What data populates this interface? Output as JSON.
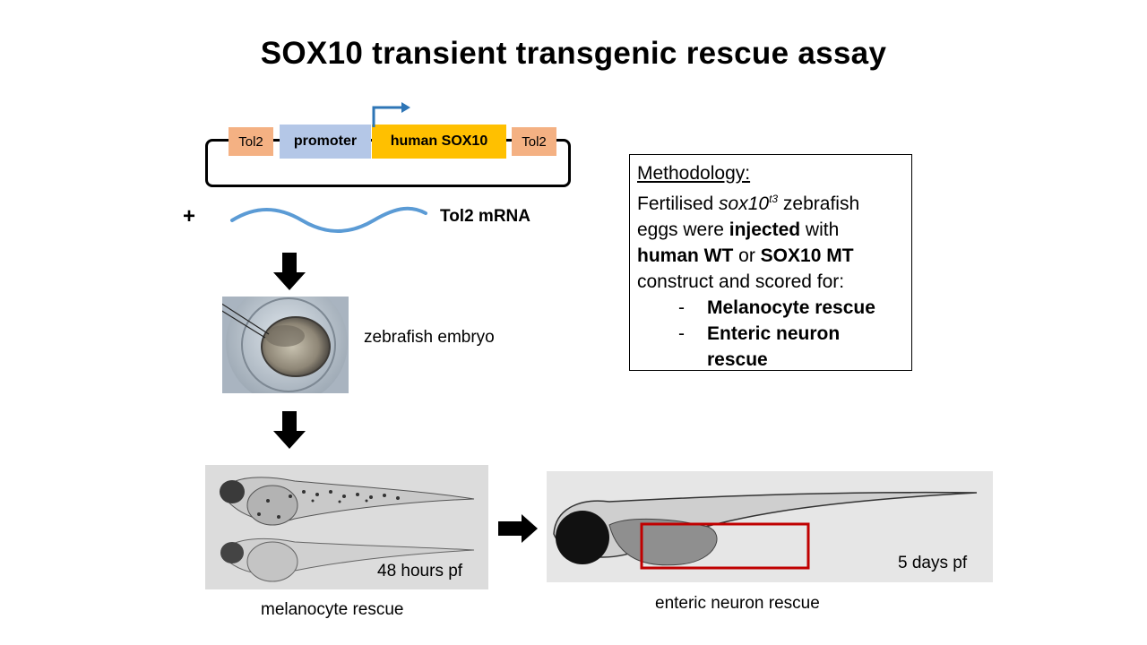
{
  "title": "SOX10 transient transgenic rescue assay",
  "construct": {
    "tol2_left": "Tol2",
    "promoter": "promoter",
    "gene": "human SOX10",
    "tol2_right": "Tol2"
  },
  "plus": "+",
  "mrna_label": "Tol2 mRNA",
  "embryo_label": "zebrafish embryo",
  "melanocyte_label": "melanocyte rescue",
  "enteric_label": "enteric neuron rescue",
  "time_48": "48 hours pf",
  "time_5": "5 days pf",
  "methodology": {
    "heading": "Methodology:",
    "l1_pre": "Fertilised ",
    "l1_gene": "sox10",
    "l1_sup": "t3",
    "l1_post": " zebrafish",
    "l2_pre": "eggs were ",
    "l2_bold": "injected",
    "l2_post": " with",
    "l3_b1": "human WT",
    "l3_mid": " or ",
    "l3_b2": "SOX10 MT",
    "l4": "construct and scored for:",
    "dash": "-",
    "items": [
      "Melanocyte rescue",
      "Enteric neuron",
      "rescue"
    ]
  },
  "colors": {
    "tol2": "#f4b183",
    "promoter": "#b4c7e7",
    "gene": "#ffc000",
    "promoter_arrow": "#2e75b6",
    "mrna_wave": "#5b9bd5",
    "highlight_box": "#c00000"
  }
}
